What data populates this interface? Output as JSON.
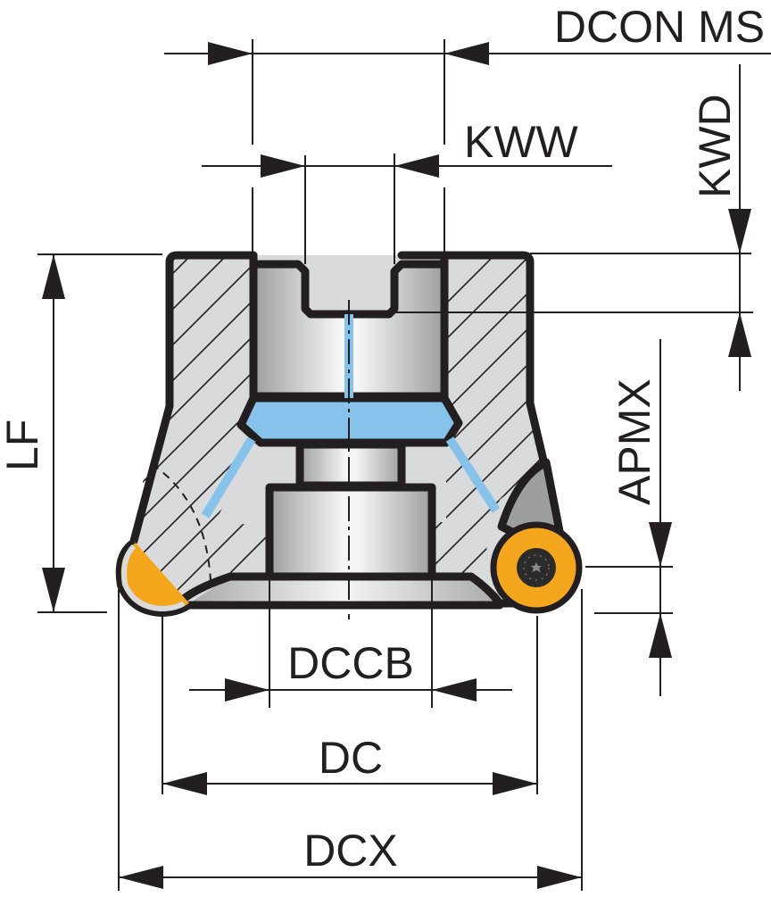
{
  "diagram": {
    "title": "Face mill cross-section with dimension callouts",
    "colors": {
      "body": "#d9dadb",
      "bore_light": "#f5f5f5",
      "bore_dark": "#9c9ea0",
      "coolant": "#86c2ea",
      "insert": "#f4a71d",
      "outline": "#231f20"
    },
    "labels": {
      "dcon_ms": "DCON MS",
      "kww": "KWW",
      "kwd": "KWD",
      "lf": "LF",
      "apmx": "APMX",
      "dccb": "DCCB",
      "dc": "DC",
      "dcx": "DCX"
    },
    "icons": {
      "insert_screw": "torx-screw-icon"
    }
  }
}
